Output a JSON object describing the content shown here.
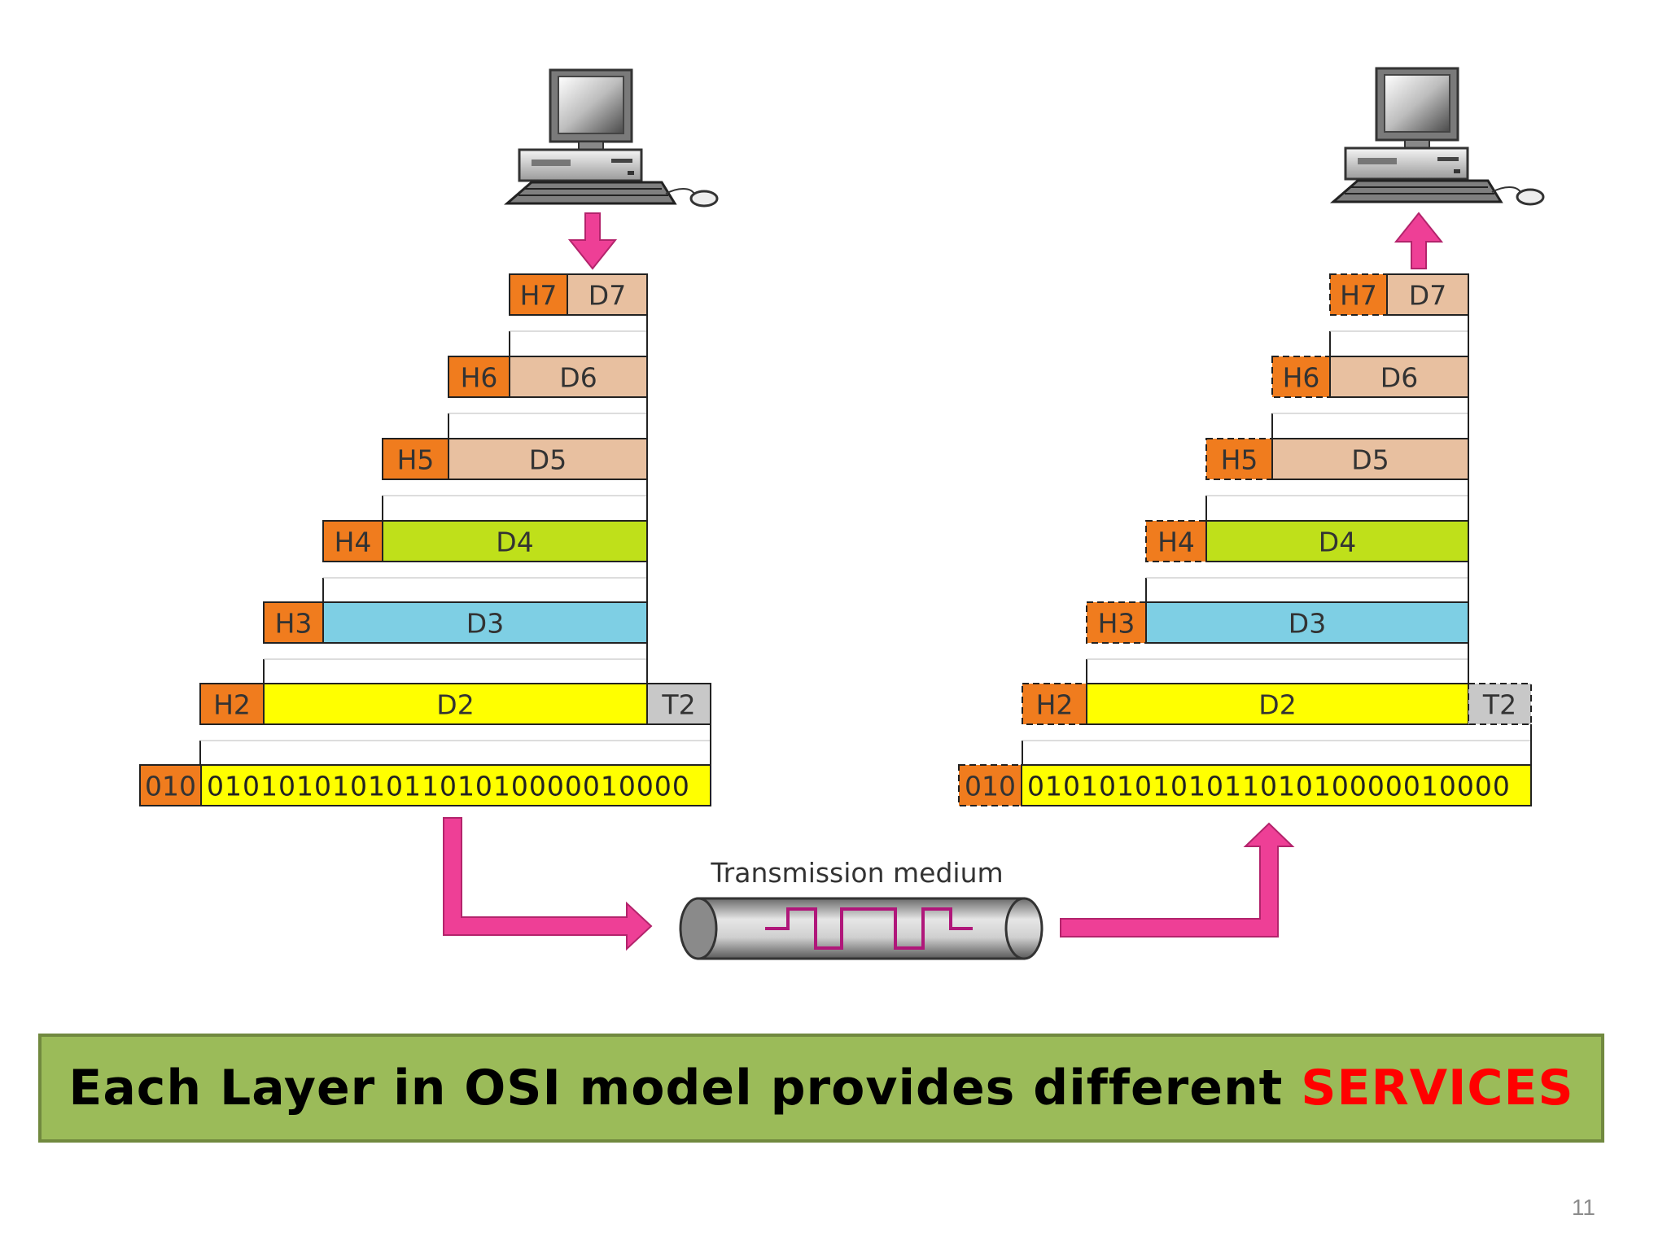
{
  "sender": {
    "rows": [
      {
        "header": "H7",
        "data": "D7"
      },
      {
        "header": "H6",
        "data": "D6"
      },
      {
        "header": "H5",
        "data": "D5"
      },
      {
        "header": "H4",
        "data": "D4"
      },
      {
        "header": "H3",
        "data": "D3"
      },
      {
        "header": "H2",
        "data": "D2",
        "trailer": "T2"
      }
    ],
    "bit_prefix": "010",
    "bits": "010101010101101010000010000"
  },
  "receiver": {
    "rows": [
      {
        "header": "H7",
        "data": "D7"
      },
      {
        "header": "H6",
        "data": "D6"
      },
      {
        "header": "H5",
        "data": "D5"
      },
      {
        "header": "H4",
        "data": "D4"
      },
      {
        "header": "H3",
        "data": "D3"
      },
      {
        "header": "H2",
        "data": "D2",
        "trailer": "T2"
      }
    ],
    "bit_prefix": "010",
    "bits": "010101010101101010000010000"
  },
  "medium_label": "Transmission medium",
  "banner": {
    "text": "Each Layer in OSI model provides different ",
    "accent": "SERVICES"
  },
  "slide_number": "11",
  "colors": {
    "header": "#f07c1e",
    "data_upper": "#e8c0a0",
    "data_d4": "#bfe01a",
    "data_d3": "#7ecfe4",
    "data_d2": "#ffff00",
    "trailer": "#c8c8c8",
    "arrow": "#ee3f96",
    "banner_bg": "#9bbb59",
    "accent_text": "#ff0000"
  }
}
